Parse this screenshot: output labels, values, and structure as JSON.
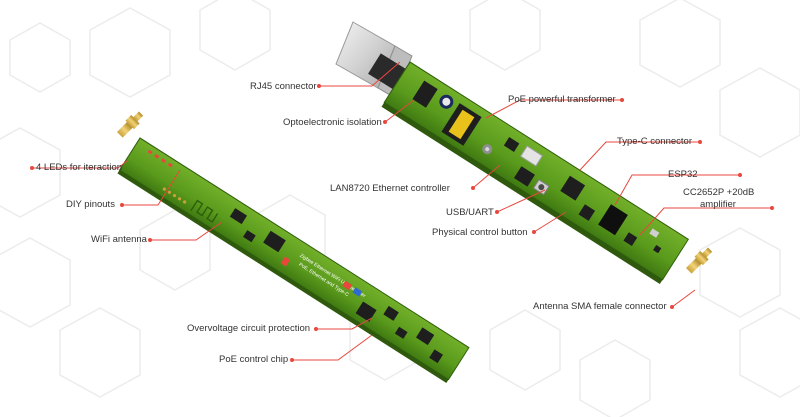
{
  "theme": {
    "accent": "#e8473c",
    "pcb": "#5a9a1c",
    "pcb_dark": "#3e7a10",
    "chip": "#1e1e1e",
    "bg_hex": "#eaeaea"
  },
  "callouts": {
    "rj45": "RJ45 connector",
    "opto": "Optoelectronic isolation",
    "poe_transformer": "PoE powerful transformer",
    "type_c": "Type-C connector",
    "esp32": "ESP32",
    "cc2652p_line1": "CC2652P +20dB",
    "cc2652p_line2": "amplifier",
    "lan8720": "LAN8720 Ethernet controller",
    "usb_uart": "USB/UART",
    "control_button": "Physical control button",
    "sma": "Antenna SMA female connector",
    "leds": "4 LEDs for iteraction",
    "diy": "DIY pinouts",
    "wifi": "WiFi antenna",
    "overvoltage": "Overvoltage circuit protection",
    "poe_chip": "PoE control chip"
  },
  "board_silkscreen": [
    "Zigbee Ethernet WiFi USB adapter",
    "PoE, Ethernet and Type-C"
  ]
}
